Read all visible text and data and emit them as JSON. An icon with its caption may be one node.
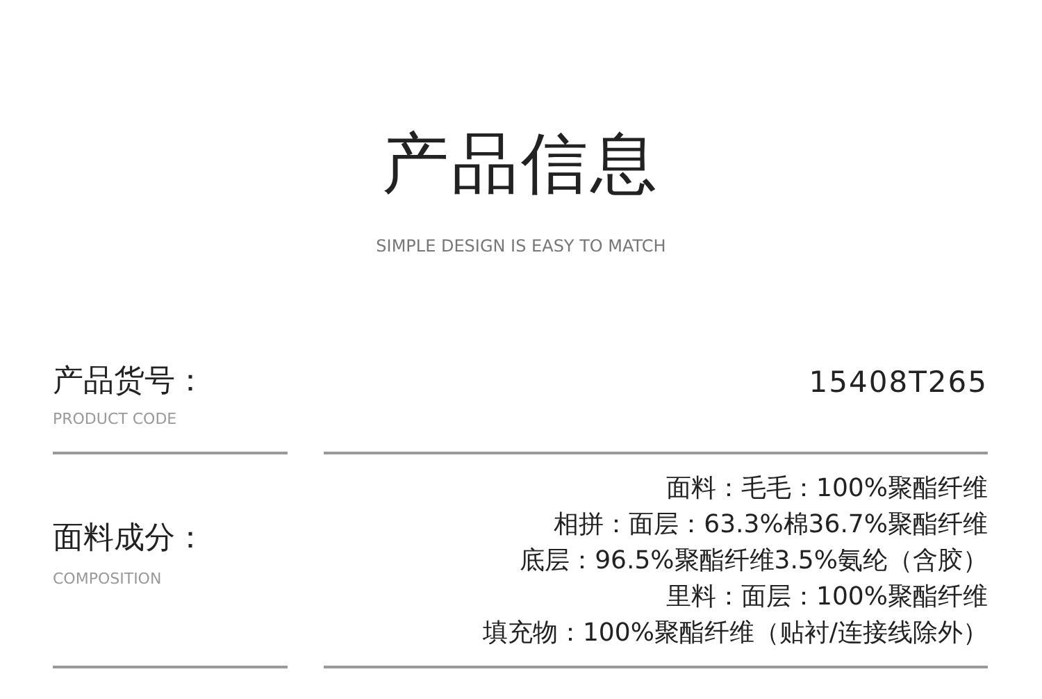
{
  "diagram": {
    "title": "产品信息",
    "labels": [
      "SIMPLE DESIGN IS EASY TO MATCH",
      "产品货号：",
      "PRODUCT CODE",
      "15408T265",
      "面料成分：",
      "COMPOSITION",
      "面料：毛毛：100%聚酯纤维",
      "相拼：面层：63.3%棉36.7%聚酯纤维",
      "底层：96.5%聚酯纤维3.5%氨纶（含胶）",
      "里料：面层：100%聚酯纤维",
      "填充物：100%聚酯纤维（贴衬/连接线除外）"
    ]
  }
}
